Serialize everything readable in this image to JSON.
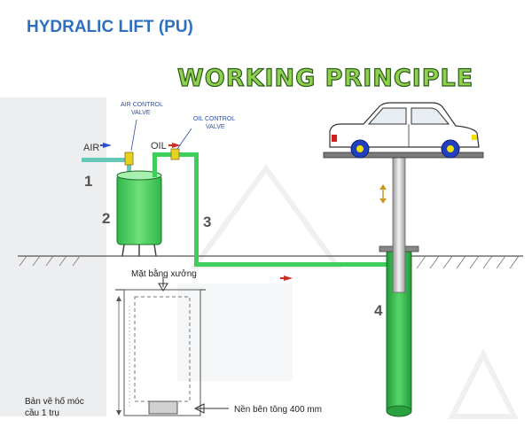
{
  "header": {
    "title": "HYDRALIC LIFT (PU)"
  },
  "diagram": {
    "subtitle": "WORKING PRINCIPLE",
    "labels": {
      "air": "AIR",
      "oil": "OIL",
      "air_valve_line1": "AIR CONTROL",
      "air_valve_line2": "VALVE",
      "oil_valve_line1": "OIL CONTROL",
      "oil_valve_line2": "VALVE",
      "num1": "1",
      "num2": "2",
      "num3": "3",
      "num4": "4"
    },
    "drawing": {
      "floor_label": "Mặt bằng xưởng",
      "caption_line1": "Bản vẽ hố móc",
      "caption_line2": "cầu 1 trụ",
      "foundation_label": "Nền bên tông 400 mm"
    },
    "colors": {
      "title": "#2f6fbf",
      "fluid": "#3ecf5a",
      "pipe": "#3ecf5a",
      "air_pipe": "#66c8b8",
      "arrow_blue": "#3050c8",
      "arrow_red": "#c83020",
      "wheel": "#2040c0",
      "rim": "#f0e000"
    }
  }
}
